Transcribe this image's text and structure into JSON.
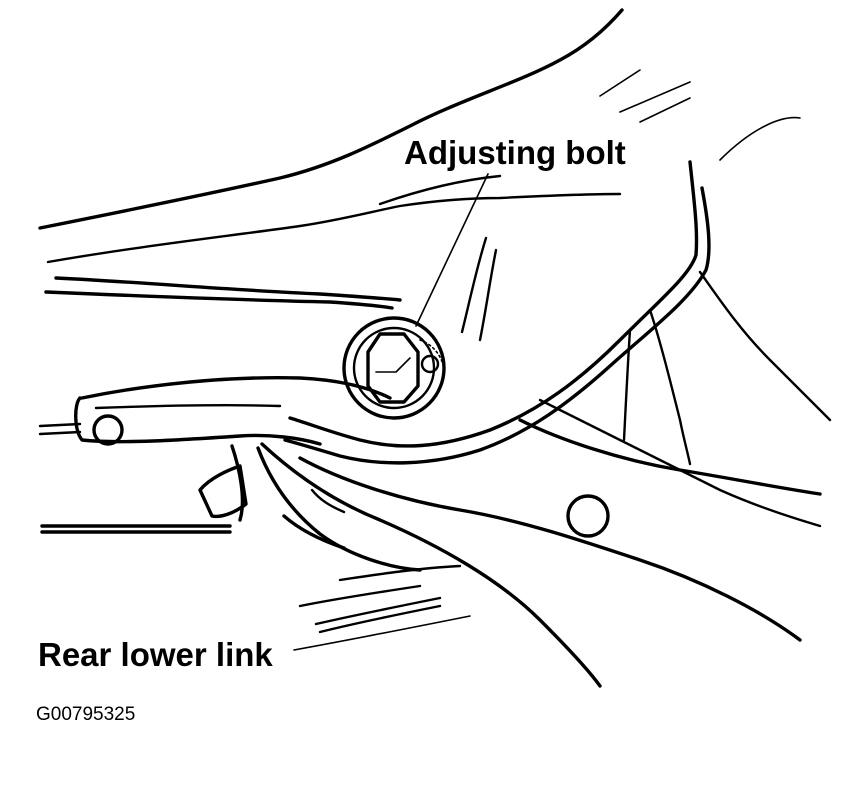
{
  "figure": {
    "labels": {
      "adjusting_bolt": "Adjusting bolt",
      "rear_lower_link": "Rear lower link"
    },
    "figure_id": "G00795325"
  },
  "colors": {
    "ink": "#000000",
    "background": "#ffffff"
  }
}
